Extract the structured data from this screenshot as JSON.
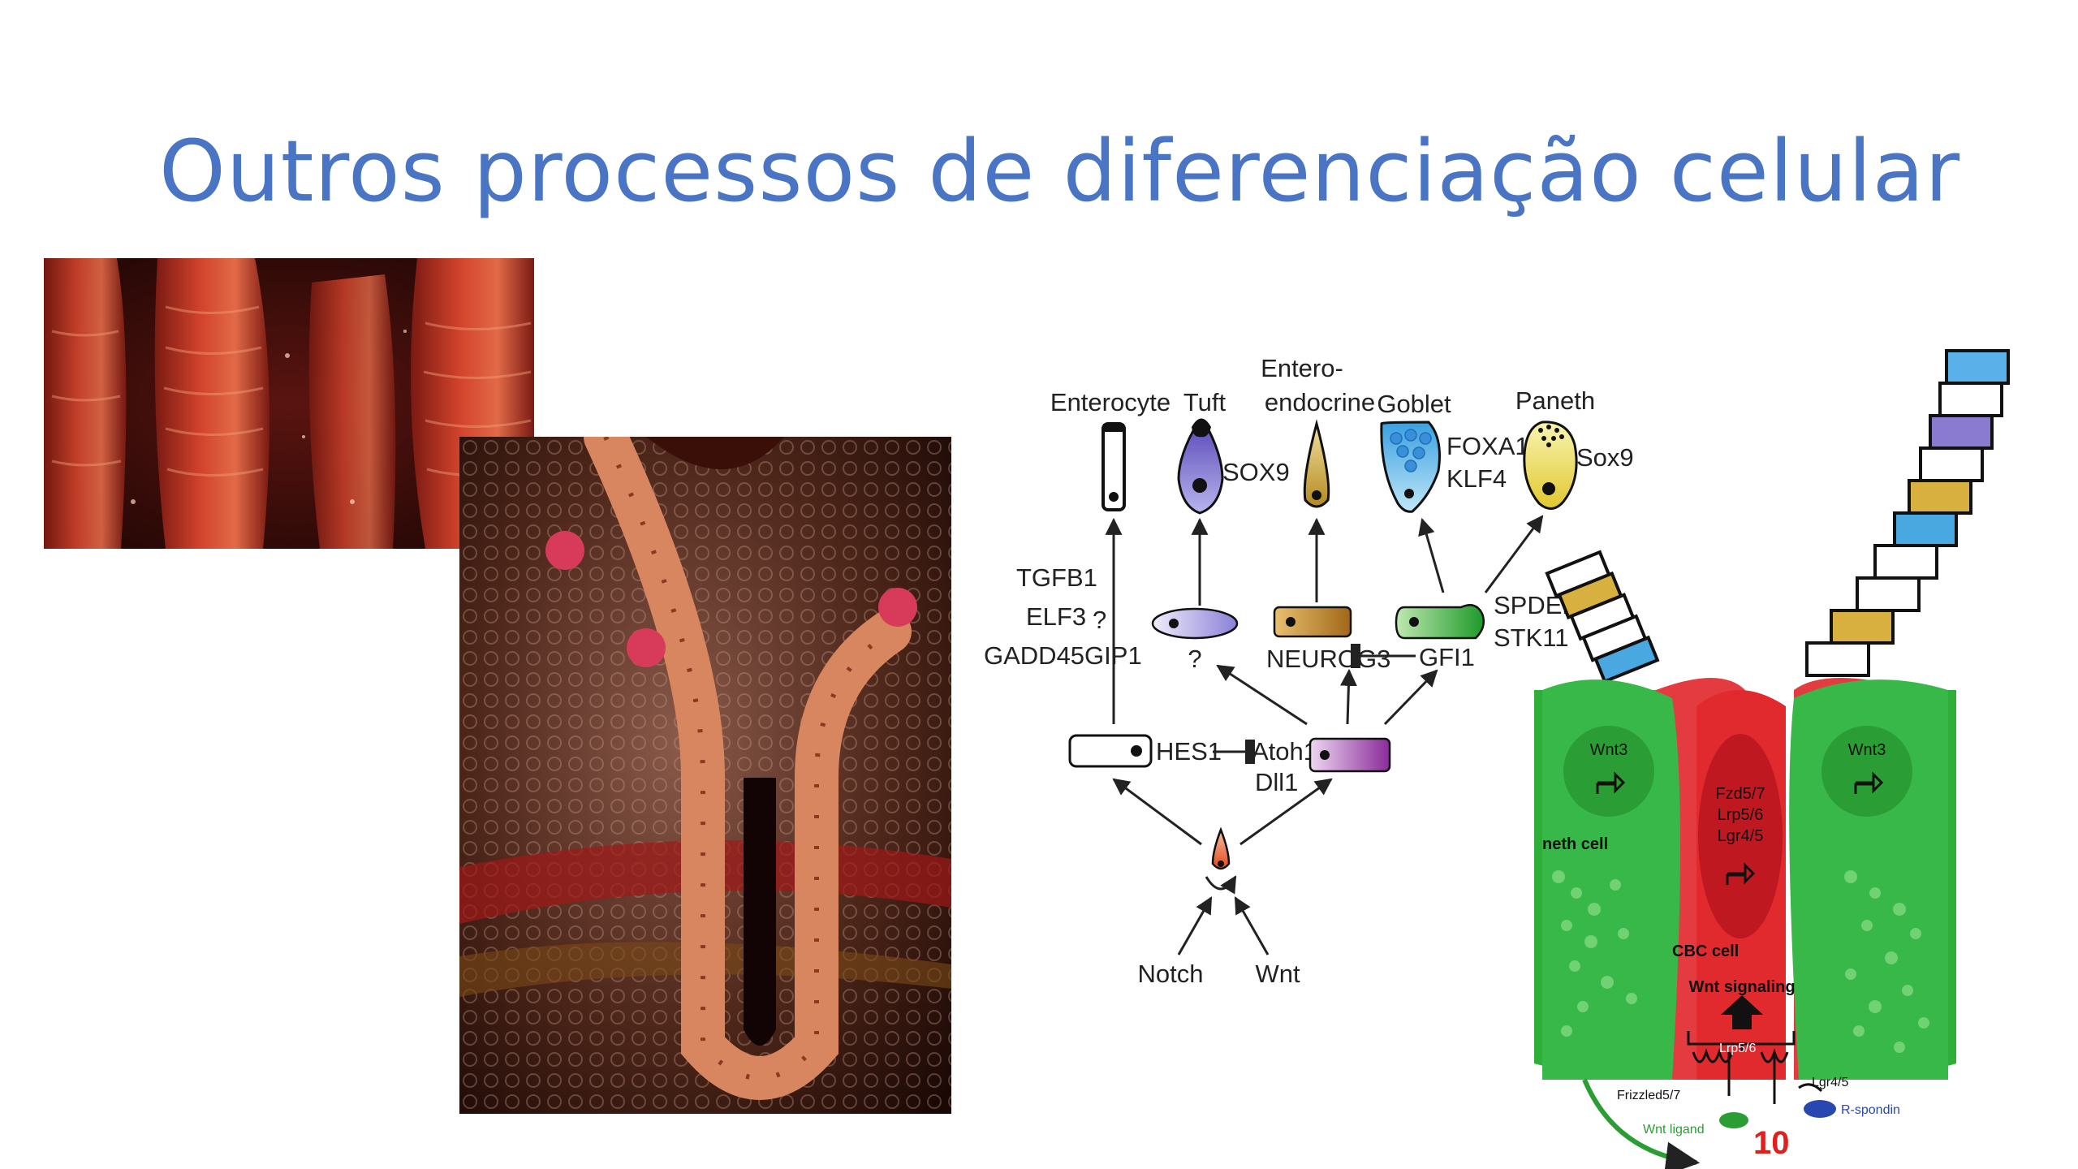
{
  "slide": {
    "title": "Outros processos de diferenciação celular",
    "number": "10"
  },
  "lineage": {
    "cells": {
      "enterocyte": "Enterocyte",
      "tuft": "Tuft",
      "enteroendocrine_line1": "Entero-",
      "enteroendocrine_line2": "endocrine",
      "goblet": "Goblet",
      "paneth": "Paneth"
    },
    "factors": {
      "sox9_tuft": "SOX9",
      "foxa": "FOXA1/2",
      "klf4": "KLF4",
      "sox9_paneth": "Sox9",
      "tgfb1": "TGFB1",
      "elf3": "ELF3",
      "gadd": "GADD45GIP1",
      "q_enterocyte": "?",
      "q_tuft": "?",
      "neurog3": "NEUROG3",
      "gfi1": "GFI1",
      "spdef": "SPDEF",
      "stk11": "STK11",
      "hes1": "HES1",
      "atoh1": "Atoh1",
      "dll1": "Dll1",
      "notch": "Notch",
      "wnt": "Wnt"
    }
  },
  "niche": {
    "wnt3_left": "Wnt3",
    "wnt3_right": "Wnt3",
    "fzd": "Fzd5/7",
    "lrp": "Lrp5/6",
    "lgr": "Lgr4/5",
    "paneth_cell": "neth cell",
    "cbc_cell": "CBC cell",
    "wnt_signaling": "Wnt signaling",
    "lrp_receptor": "Lrp5/6",
    "frizzled": "Frizzled5/7",
    "lgr_receptor": "Lgr4/5",
    "wnt_ligand": "Wnt ligand",
    "rspondin": "R-spondin"
  },
  "colors": {
    "title": "#4a74c4",
    "niche_green": "#2fae3a",
    "niche_red": "#e0262b",
    "slide_number": "#e0201c"
  }
}
